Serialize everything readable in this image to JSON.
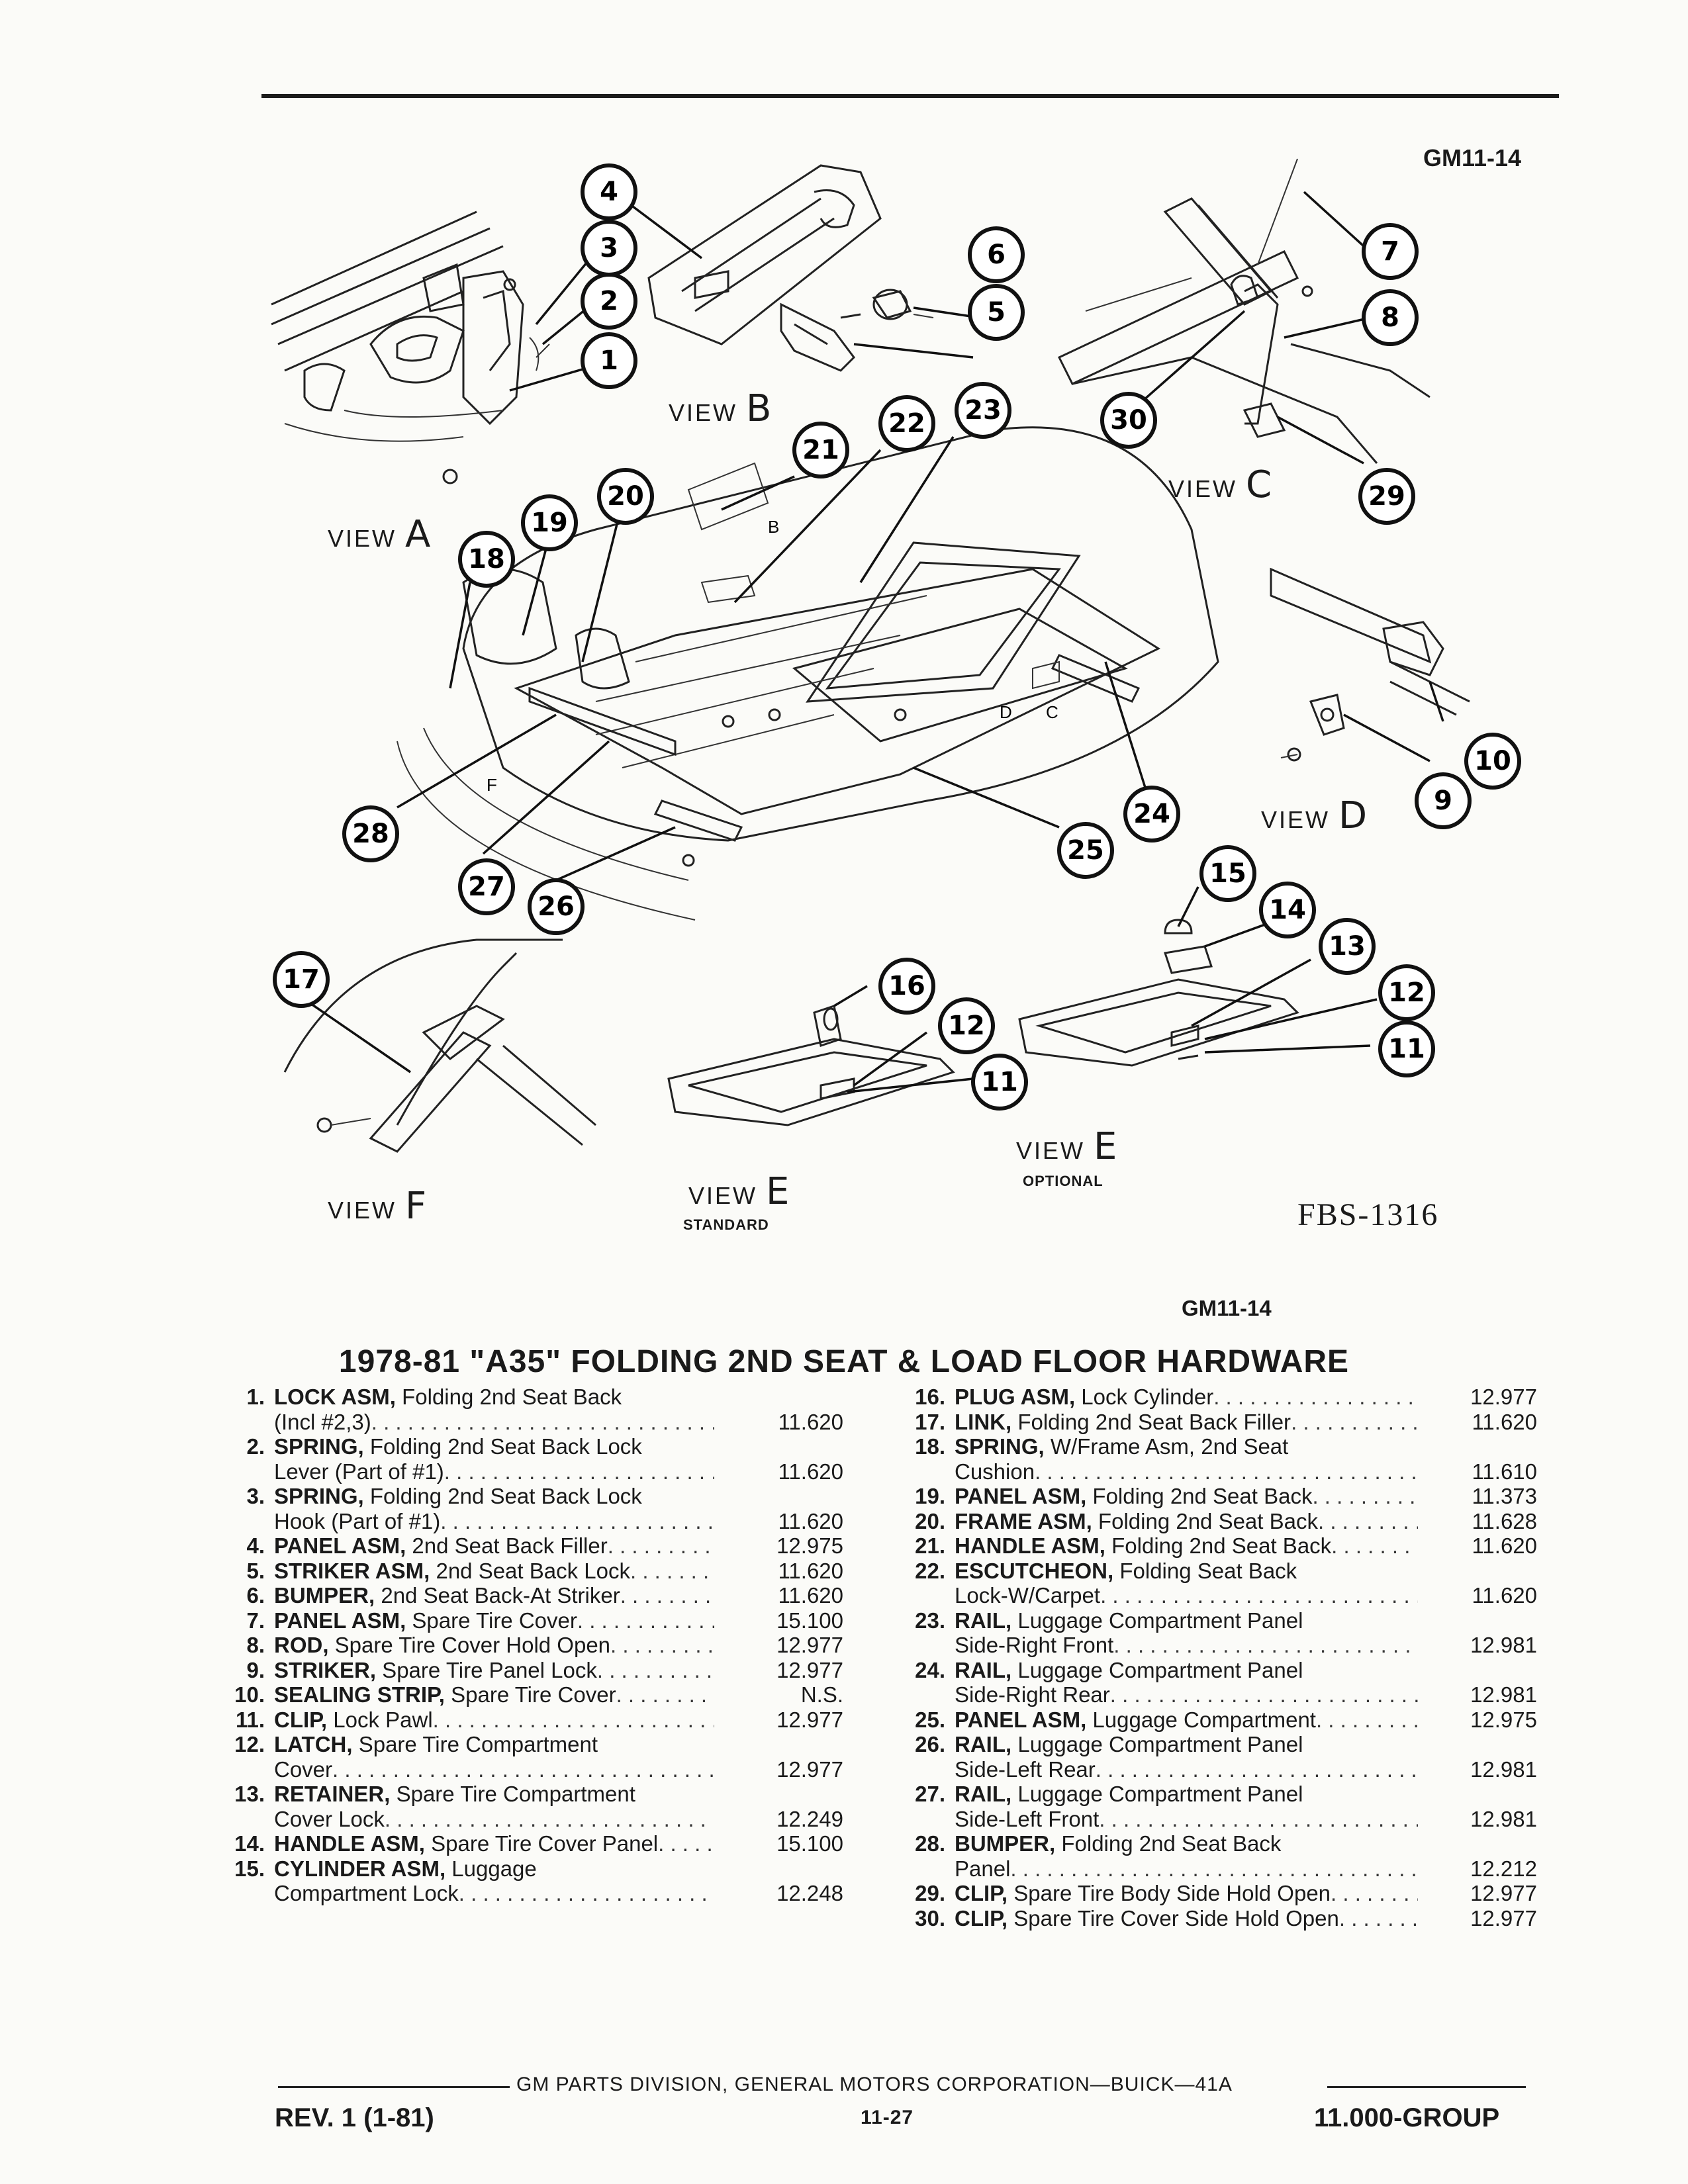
{
  "figure": {
    "code_top": "GM11-14",
    "code_bottom": "GM11-14",
    "drawing_no": "FBS-1316",
    "views": [
      {
        "word": "VIEW",
        "letter": "A",
        "sub": ""
      },
      {
        "word": "VIEW",
        "letter": "B",
        "sub": ""
      },
      {
        "word": "VIEW",
        "letter": "C",
        "sub": ""
      },
      {
        "word": "VIEW",
        "letter": "D",
        "sub": ""
      },
      {
        "word": "VIEW",
        "letter": "E",
        "sub": "OPTIONAL"
      },
      {
        "word": "VIEW",
        "letter": "E",
        "sub": "STANDARD"
      },
      {
        "word": "VIEW",
        "letter": "F",
        "sub": ""
      }
    ],
    "inline_letters": [
      "B",
      "C",
      "D",
      "F"
    ],
    "callouts": [
      "1",
      "2",
      "3",
      "4",
      "5",
      "6",
      "7",
      "8",
      "10",
      "9",
      "29",
      "30",
      "21",
      "22",
      "23",
      "20",
      "19",
      "18",
      "28",
      "27",
      "26",
      "24",
      "25",
      "15",
      "14",
      "13",
      "12",
      "11",
      "17",
      "16",
      "12",
      "11"
    ]
  },
  "parts_list": {
    "title": "1978-81 \"A35\" FOLDING 2ND SEAT & LOAD FLOOR HARDWARE",
    "left": [
      {
        "num": "1.",
        "name": "LOCK ASM,",
        "lines": [
          " Folding 2nd Seat Back",
          "(Incl #2,3)"
        ],
        "code": "11.620"
      },
      {
        "num": "2.",
        "name": "SPRING,",
        "lines": [
          " Folding 2nd Seat Back Lock",
          "Lever (Part of #1)"
        ],
        "code": "11.620"
      },
      {
        "num": "3.",
        "name": "SPRING,",
        "lines": [
          " Folding 2nd Seat Back Lock",
          "Hook (Part of #1)"
        ],
        "code": "11.620"
      },
      {
        "num": "4.",
        "name": "PANEL ASM,",
        "lines": [
          " 2nd Seat Back Filler"
        ],
        "code": "12.975"
      },
      {
        "num": "5.",
        "name": "STRIKER ASM,",
        "lines": [
          " 2nd Seat Back Lock"
        ],
        "code": "11.620"
      },
      {
        "num": "6.",
        "name": "BUMPER,",
        "lines": [
          " 2nd Seat Back-At Striker"
        ],
        "code": "11.620"
      },
      {
        "num": "7.",
        "name": "PANEL ASM,",
        "lines": [
          " Spare Tire Cover"
        ],
        "code": "15.100"
      },
      {
        "num": "8.",
        "name": "ROD,",
        "lines": [
          " Spare Tire Cover Hold Open"
        ],
        "code": "12.977"
      },
      {
        "num": "9.",
        "name": "STRIKER,",
        "lines": [
          " Spare Tire Panel Lock"
        ],
        "code": "12.977"
      },
      {
        "num": "10.",
        "name": "SEALING STRIP,",
        "lines": [
          " Spare Tire Cover"
        ],
        "code": "N.S."
      },
      {
        "num": "11.",
        "name": "CLIP,",
        "lines": [
          " Lock Pawl"
        ],
        "code": "12.977"
      },
      {
        "num": "12.",
        "name": "LATCH,",
        "lines": [
          " Spare Tire Compartment",
          "Cover"
        ],
        "code": "12.977"
      },
      {
        "num": "13.",
        "name": "RETAINER,",
        "lines": [
          " Spare Tire Compartment",
          "Cover Lock"
        ],
        "code": "12.249"
      },
      {
        "num": "14.",
        "name": "HANDLE ASM,",
        "lines": [
          " Spare Tire Cover Panel"
        ],
        "code": "15.100"
      },
      {
        "num": "15.",
        "name": "CYLINDER ASM,",
        "lines": [
          " Luggage",
          "Compartment Lock"
        ],
        "code": "12.248"
      }
    ],
    "right": [
      {
        "num": "16.",
        "name": "PLUG ASM,",
        "lines": [
          " Lock Cylinder"
        ],
        "code": "12.977"
      },
      {
        "num": "17.",
        "name": "LINK,",
        "lines": [
          " Folding 2nd Seat Back Filler"
        ],
        "code": "11.620"
      },
      {
        "num": "18.",
        "name": "SPRING,",
        "lines": [
          " W/Frame Asm, 2nd Seat",
          "Cushion"
        ],
        "code": "11.610"
      },
      {
        "num": "19.",
        "name": "PANEL ASM,",
        "lines": [
          " Folding 2nd Seat Back"
        ],
        "code": "11.373"
      },
      {
        "num": "20.",
        "name": "FRAME ASM,",
        "lines": [
          " Folding 2nd Seat Back"
        ],
        "code": "11.628"
      },
      {
        "num": "21.",
        "name": "HANDLE ASM,",
        "lines": [
          " Folding 2nd Seat Back"
        ],
        "code": "11.620"
      },
      {
        "num": "22.",
        "name": "ESCUTCHEON,",
        "lines": [
          " Folding Seat Back",
          "Lock-W/Carpet"
        ],
        "code": "11.620"
      },
      {
        "num": "23.",
        "name": "RAIL,",
        "lines": [
          " Luggage Compartment Panel",
          "Side-Right Front"
        ],
        "code": "12.981"
      },
      {
        "num": "24.",
        "name": "RAIL,",
        "lines": [
          " Luggage Compartment Panel",
          "Side-Right Rear"
        ],
        "code": "12.981"
      },
      {
        "num": "25.",
        "name": "PANEL ASM,",
        "lines": [
          " Luggage Compartment"
        ],
        "code": "12.975"
      },
      {
        "num": "26.",
        "name": "RAIL,",
        "lines": [
          " Luggage Compartment Panel",
          "Side-Left Rear"
        ],
        "code": "12.981"
      },
      {
        "num": "27.",
        "name": "RAIL,",
        "lines": [
          " Luggage Compartment Panel",
          "Side-Left Front"
        ],
        "code": "12.981"
      },
      {
        "num": "28.",
        "name": "BUMPER,",
        "lines": [
          " Folding 2nd Seat Back",
          "Panel"
        ],
        "code": "12.212"
      },
      {
        "num": "29.",
        "name": "CLIP,",
        "lines": [
          " Spare Tire Body Side Hold Open"
        ],
        "code": "12.977"
      },
      {
        "num": "30.",
        "name": "CLIP,",
        "lines": [
          " Spare Tire Cover Side Hold Open"
        ],
        "code": "12.977"
      }
    ]
  },
  "footer": {
    "center": "GM PARTS DIVISION, GENERAL MOTORS CORPORATION—BUICK—41A",
    "revision": "REV. 1 (1-81)",
    "page": "11-27",
    "group": "11.000-GROUP"
  }
}
